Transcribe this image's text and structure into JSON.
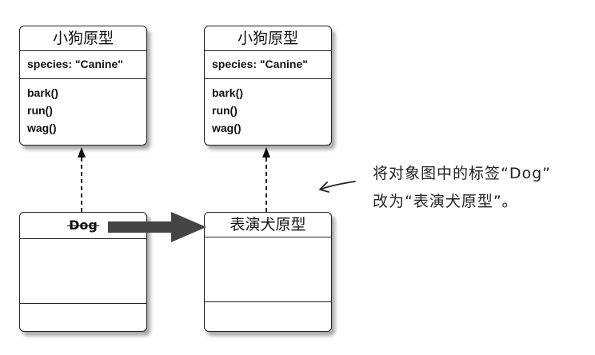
{
  "boxes": {
    "a": {
      "title": "小狗原型",
      "property": "species: \"Canine\"",
      "methods": [
        "bark()",
        "run()",
        "wag()"
      ]
    },
    "b": {
      "title": "小狗原型",
      "property": "species: \"Canine\"",
      "methods": [
        "bark()",
        "run()",
        "wag()"
      ]
    },
    "c": {
      "title": "Dog"
    },
    "d": {
      "title": "表演犬原型"
    }
  },
  "note": {
    "line1": "将对象图中的标签“Dog”",
    "line2": "改为“表演犬原型”。"
  }
}
